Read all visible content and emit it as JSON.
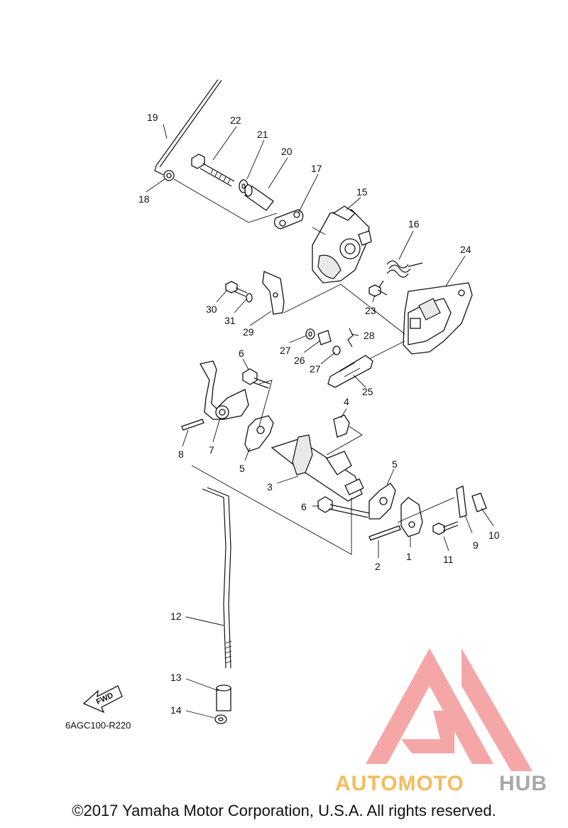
{
  "parts": [
    {
      "num": "1"
    },
    {
      "num": "2"
    },
    {
      "num": "3"
    },
    {
      "num": "4"
    },
    {
      "num": "5"
    },
    {
      "num": "5"
    },
    {
      "num": "6"
    },
    {
      "num": "6"
    },
    {
      "num": "7"
    },
    {
      "num": "8"
    },
    {
      "num": "9"
    },
    {
      "num": "10"
    },
    {
      "num": "11"
    },
    {
      "num": "12"
    },
    {
      "num": "13"
    },
    {
      "num": "14"
    },
    {
      "num": "15"
    },
    {
      "num": "16"
    },
    {
      "num": "17"
    },
    {
      "num": "18"
    },
    {
      "num": "19"
    },
    {
      "num": "20"
    },
    {
      "num": "21"
    },
    {
      "num": "22"
    },
    {
      "num": "23"
    },
    {
      "num": "24"
    },
    {
      "num": "25"
    },
    {
      "num": "26"
    },
    {
      "num": "27"
    },
    {
      "num": "27"
    },
    {
      "num": "28"
    },
    {
      "num": "29"
    },
    {
      "num": "30"
    },
    {
      "num": "31"
    }
  ],
  "ref_code": "6AGC100-R220",
  "fwd_label": "FWD",
  "watermark": {
    "text_a": "AUTOMOTO",
    "text_b": "HUB",
    "color_a": "#f5b042",
    "color_b": "#9a9a9a",
    "logo_color": "#f28a8a"
  },
  "copyright": "©2017 Yamaha Motor Corporation, U.S.A. All rights reserved."
}
